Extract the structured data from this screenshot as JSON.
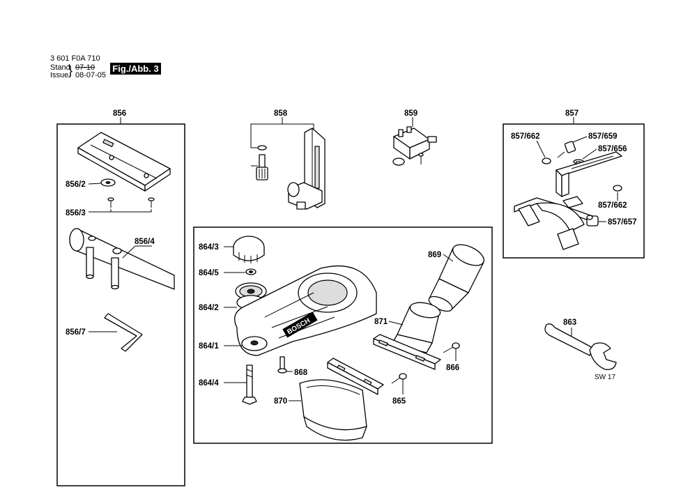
{
  "header": {
    "part_number": "3 601 F0A 710",
    "stand_label": "Stand",
    "issue_label": "Issue",
    "stand_date": "07-10",
    "issue_date": "08-07-05",
    "figure": "Fig./Abb. 3"
  },
  "labels": {
    "g856": "856",
    "g858": "858",
    "g859": "859",
    "g857": "857",
    "p856_2": "856/2",
    "p856_3": "856/3",
    "p856_4": "856/4",
    "p856_7": "856/7",
    "p857_662a": "857/662",
    "p857_659": "857/659",
    "p857_656": "857/656",
    "p857_662b": "857/662",
    "p857_657": "857/657",
    "p864_3": "864/3",
    "p864_5": "864/5",
    "p864_2": "864/2",
    "p864_1": "864/1",
    "p864_4": "864/4",
    "p868": "868",
    "p869": "869",
    "p871": "871",
    "p866": "866",
    "p865": "865",
    "p870": "870",
    "p863": "863",
    "sw17": "SW 17",
    "brand": "BOSCH"
  }
}
